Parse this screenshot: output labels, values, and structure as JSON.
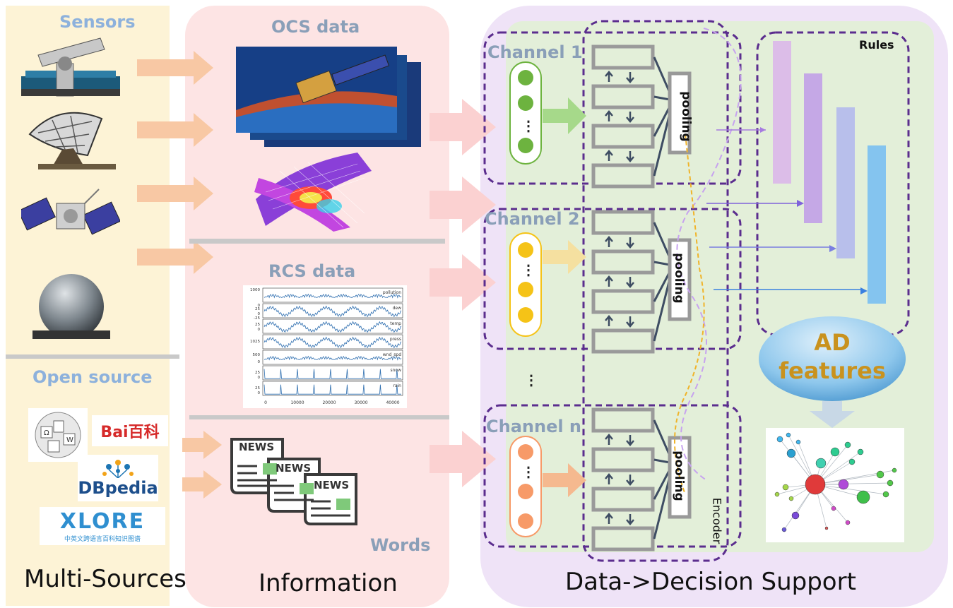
{
  "columns": {
    "sources": {
      "sensors_label": "Sensors",
      "open_source_label": "Open source",
      "footer": "Multi-Sources",
      "sensors": [
        "telescope",
        "radar-dish",
        "satellite",
        "radome"
      ],
      "logos": {
        "baidu": "Bai百科",
        "dbpedia": "DBpedia",
        "xlore": "XLORE",
        "xlore_sub": "中英文跨语言百科知识图谱"
      }
    },
    "information": {
      "ocs_label": "OCS data",
      "rcs_label": "RCS data",
      "words_label": "Words",
      "footer": "Information",
      "news_label": "NEWS",
      "rcs_series": [
        "pollution",
        "dew",
        "temp",
        "press",
        "wnd_spd",
        "snow",
        "rain"
      ],
      "rcs_yticks": [
        "1000",
        "0",
        "25",
        "0",
        "-25",
        "25",
        "0",
        "1025",
        "500",
        "0",
        "25",
        "0",
        "25",
        "0"
      ],
      "rcs_xticks": [
        "0",
        "10000",
        "20000",
        "30000",
        "40000"
      ]
    },
    "decision": {
      "footer": "Data->Decision Support",
      "channels": [
        "Channel 1",
        "Channel 2",
        "Channel n"
      ],
      "ellipsis_vertical": "⋮",
      "dots": "...",
      "pooling_label": "pooling",
      "encoder_label": "Encoder",
      "rules_label": "Rules",
      "ad_features_line1": "AD",
      "ad_features_line2": "features"
    }
  },
  "colors": {
    "sources_bg": "#fdf3d6",
    "information_bg": "#fde4e4",
    "decision_bg": "#efe3f7",
    "inner_green": "#e3efd9",
    "arrow_orange": "#f8c8a4",
    "arrow_pink": "#fbd1d1",
    "dashed_purple": "#5b2d8e",
    "channel1": "#6db33f",
    "channel2": "#f5c317",
    "channeln": "#f79a68",
    "ad_gold": "#c9921e"
  }
}
